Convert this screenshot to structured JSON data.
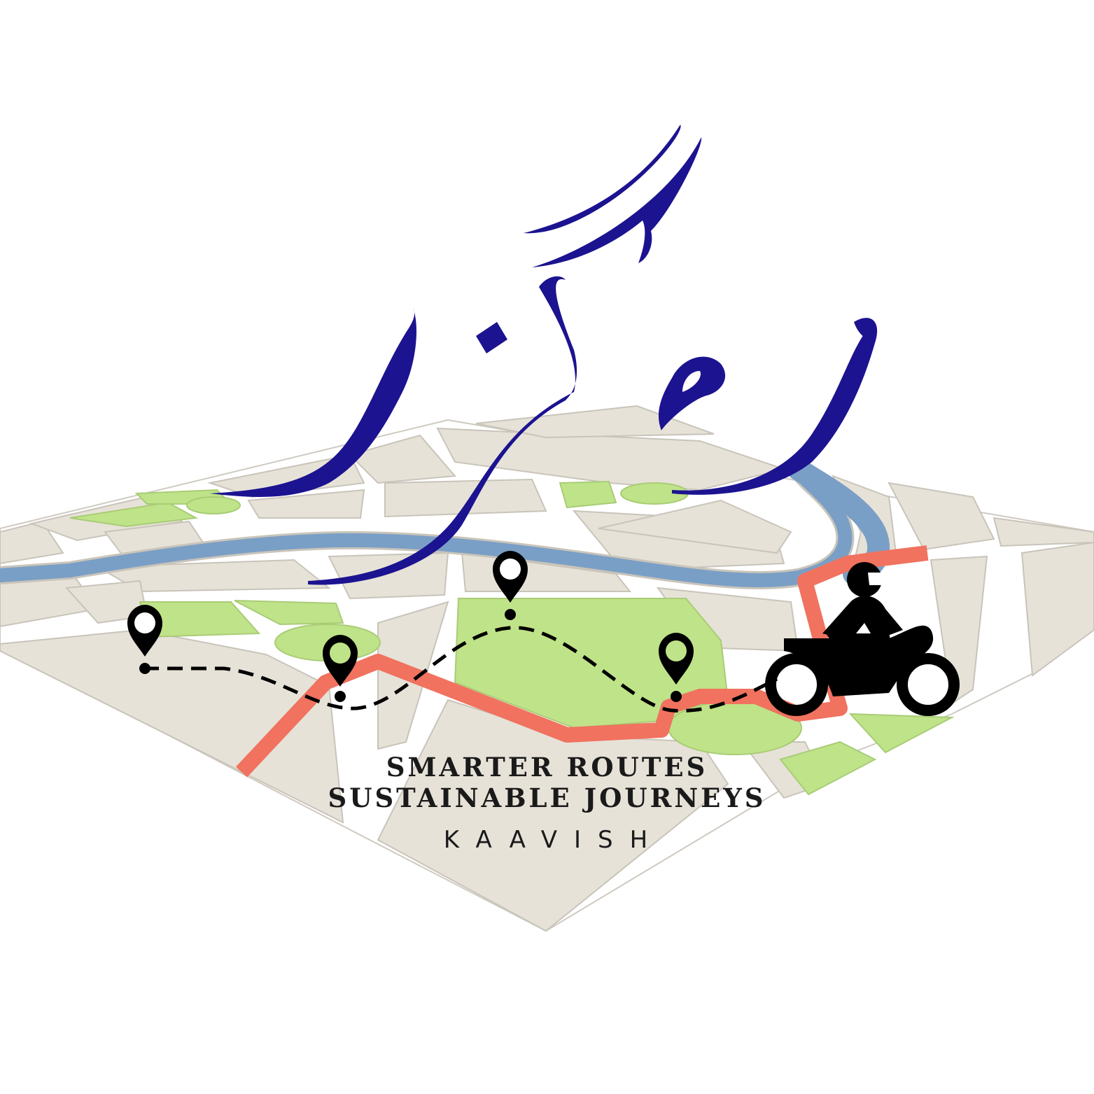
{
  "logo": {
    "script_wordmark": "رہگزر"
  },
  "tagline": {
    "line1": "SMARTER ROUTES",
    "line2": "SUSTAINABLE JOURNEYS"
  },
  "brand": {
    "name": "KAAVISH"
  },
  "colors": {
    "background": "#ffffff",
    "map_block": "#e7e2d8",
    "map_park": "#bfe388",
    "map_river": "#7a9fc6",
    "route": "#f0725f",
    "script": "#1c1390",
    "pins": "#000000",
    "pin_fill_green": "#bfe388"
  },
  "icons": [
    "map-pin-icon",
    "motorcycle-rider-icon"
  ]
}
